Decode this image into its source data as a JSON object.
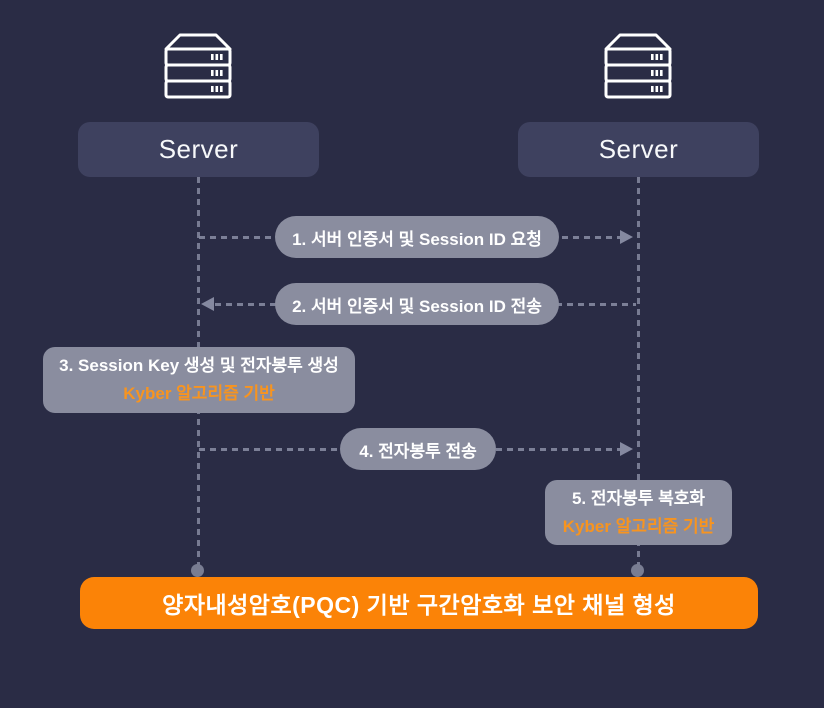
{
  "diagram": {
    "type": "sequence-diagram",
    "actors": [
      {
        "id": "server-left",
        "label": "Server",
        "icon": "server-rack-icon"
      },
      {
        "id": "server-right",
        "label": "Server",
        "icon": "server-rack-icon"
      }
    ],
    "messages": [
      {
        "step": 1,
        "label": "1. 서버 인증서 및 Session ID 요청",
        "from": "server-left",
        "to": "server-right",
        "direction": "right"
      },
      {
        "step": 2,
        "label": "2. 서버 인증서 및 Session ID 전송",
        "from": "server-right",
        "to": "server-left",
        "direction": "left"
      },
      {
        "step": 3,
        "label": "3. Session Key 생성 및 전자봉투 생성",
        "sublabel": "Kyber 알고리즘 기반",
        "actor": "server-left",
        "type": "self-note"
      },
      {
        "step": 4,
        "label": "4. 전자봉투 전송",
        "from": "server-left",
        "to": "server-right",
        "direction": "right"
      },
      {
        "step": 5,
        "label": "5. 전자봉투 복호화",
        "sublabel": "Kyber 알고리즘 기반",
        "actor": "server-right",
        "type": "self-note"
      }
    ],
    "banner": {
      "label": "양자내성암호(PQC) 기반 구간암호화 보안 채널 형성"
    },
    "colors": {
      "background": "#2a2c45",
      "actor_box": "#3e415f",
      "message_pill": "#8a8d9f",
      "line": "#8589a0",
      "endpoint_dot": "#797d92",
      "banner": "#fb8307",
      "accent_text": "#f79420",
      "text": "#ffffff"
    }
  }
}
